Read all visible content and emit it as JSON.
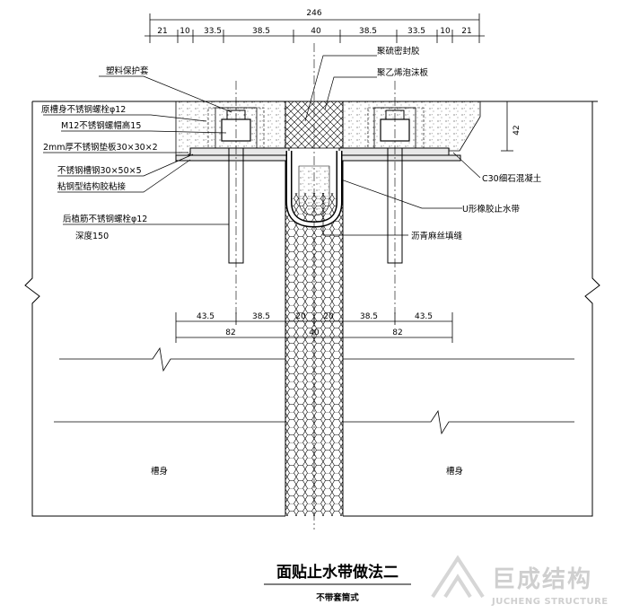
{
  "dimensions": {
    "top_total": "246",
    "top_segments": [
      "21",
      "10",
      "33.5",
      "38.5",
      "40",
      "38.5",
      "33.5",
      "10",
      "21"
    ],
    "depth": "42",
    "mid_segments": [
      "43.5",
      "38.5",
      "20",
      "20",
      "38.5",
      "43.5"
    ],
    "mid_sub": [
      "82",
      "40",
      "82"
    ]
  },
  "labels": {
    "plastic_cover": "塑料保护套",
    "sealant": "聚硫密封胶",
    "pe_foam": "聚乙烯泡沫板",
    "anchor_bolt": "原槽身不锈钢螺栓φ12",
    "nut": "M12不锈钢螺帽高15",
    "plate": "2mm厚不锈钢垫板30×30×2",
    "channel": "不锈钢槽钢30×50×5",
    "epoxy": "粘钢型结构胶粘接",
    "rebar": "后植筋不锈钢螺栓φ12",
    "rebar_depth": "深度150",
    "concrete": "C30细石混凝土",
    "u_strip": "U形橡胶止水带",
    "asphalt": "沥青麻丝填缝",
    "trough_left": "槽身",
    "trough_right": "槽身"
  },
  "title": "面贴止水带做法二",
  "subtitle": "不带套筒式",
  "watermark": {
    "cn": "巨成结构",
    "en": "JUCHENG STRUCTURE",
    "color": "#cfcfcf"
  }
}
